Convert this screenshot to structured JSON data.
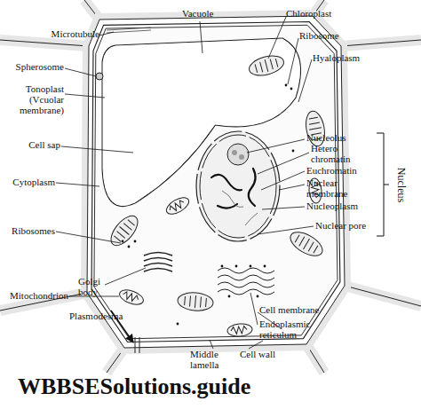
{
  "diagram": {
    "labels": [
      "Microtubule",
      "Vacuole",
      "Chloroplast",
      "Spherosome",
      "Ribosome",
      "Hyaloplasm",
      "Tonoplast (Vcuolar membrane)",
      "Cell sap",
      "Nucleolus",
      "Hetero chromatin",
      "Euchromatin",
      "Cytoplasm",
      "Nuclear membrane",
      "Nucleoplasm",
      "Ribosomes",
      "Nuclear pore",
      "Nucleus",
      "Mitochondrion",
      "Golgi body",
      "Cell membrane",
      "Plasmodesma",
      "Endoplasmic reticulum",
      "Middle lamella",
      "Cell wall",
      "WBBSESolutions.guide"
    ]
  }
}
